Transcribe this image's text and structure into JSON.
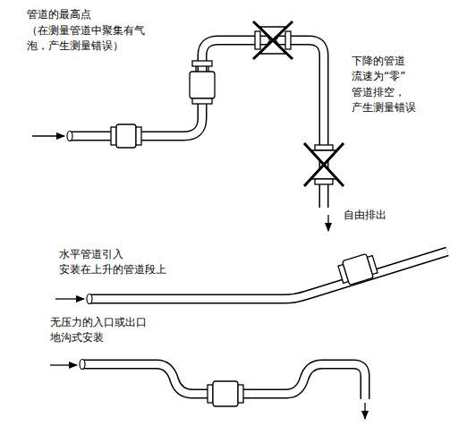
{
  "diagram": {
    "labels": [
      "管道的最高点",
      "（在测量管道中聚集有气泡，产生测量错误）",
      "下降的管道 流速为“零” 管道排空， 产生测量错误",
      "自由排出",
      "水平管道引入 安装在上升的管道段上",
      "无压力的入口或出口 地沟式安装"
    ]
  }
}
